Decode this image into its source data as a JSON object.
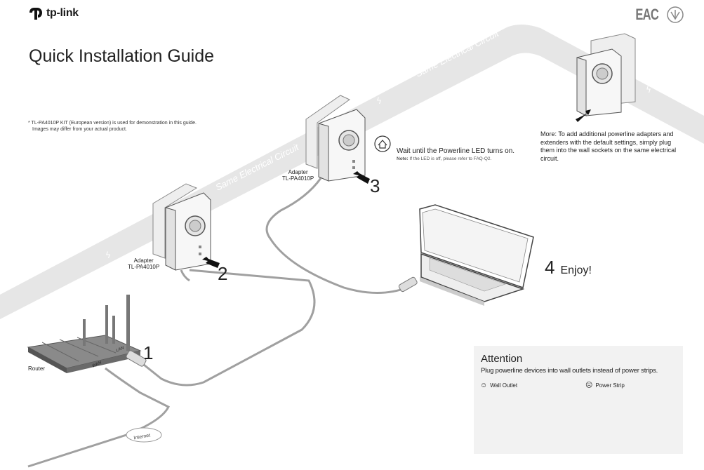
{
  "brand": {
    "name": "tp-link"
  },
  "title": "Quick Installation Guide",
  "certification": {
    "mark": "EAC"
  },
  "demo_note": {
    "line1": "* TL-PA4010P KIT (European version) is used for demonstration in this guide.",
    "line2": "Images may differ from your actual product."
  },
  "circuit_label": "Same Electrical Circuit",
  "router": {
    "label": "Router",
    "lan_port": "LAN",
    "wan_port": "WAN"
  },
  "internet_label": "Internet",
  "adapter_1": {
    "label_line1": "Adapter",
    "label_line2": "TL-PA4010P"
  },
  "adapter_2": {
    "label_line1": "Adapter",
    "label_line2": "TL-PA4010P"
  },
  "steps": {
    "step1": "1",
    "step2": "2",
    "step3": "3",
    "step4": "4",
    "step4_text": "Enjoy!"
  },
  "wait_text": {
    "main": "Wait until the Powerline LED turns on.",
    "note_label": "Note:",
    "note_text": "If the LED is off, please refer to FAQ-Q2."
  },
  "more": {
    "label": "More:",
    "text": "To add additional powerline adapters and extenders with the default settings, simply plug them into the wall sockets on the same electrical circuit."
  },
  "attention": {
    "title": "Attention",
    "subtitle": "Plug powerline devices into wall outlets instead of power strips.",
    "option_good": "Wall Outlet",
    "option_bad": "Power Strip"
  },
  "colors": {
    "band": "#e6e6e6",
    "cable": "#9a9a9a",
    "panel": "#f2f2f2",
    "text": "#222222"
  }
}
